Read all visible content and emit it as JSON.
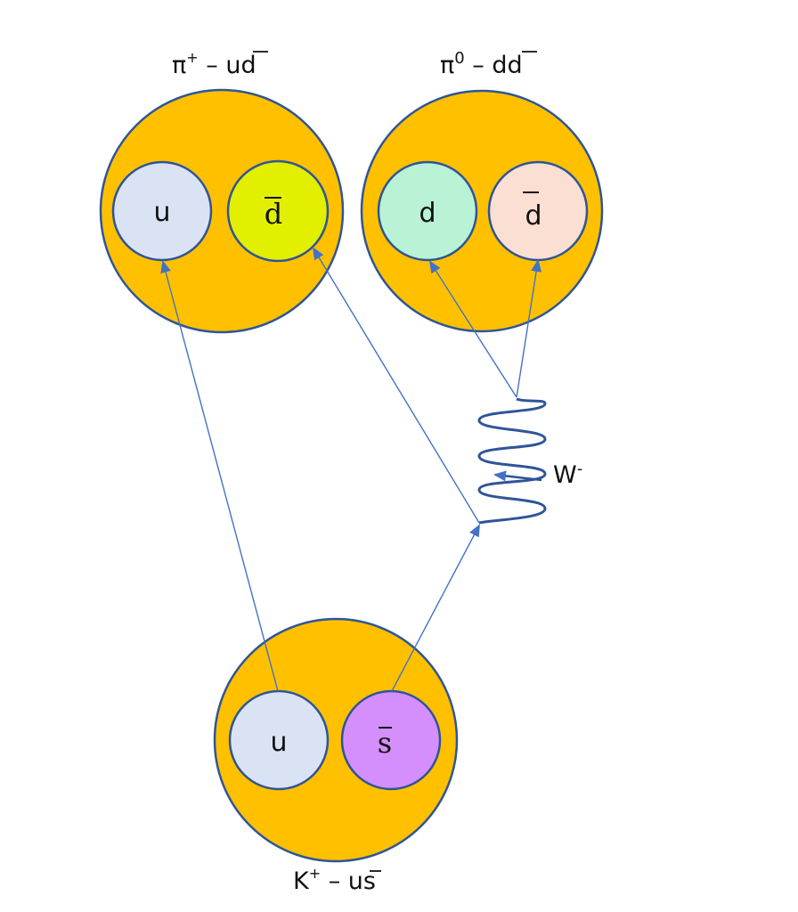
{
  "colors": {
    "meson_fill": "#FFC000",
    "outline": "#2F5597",
    "arrow": "#4472C4",
    "wave": "#2F5597"
  },
  "mesons": [
    {
      "id": "pi-plus",
      "label_particle": "π",
      "label_charge": "+",
      "label_dash": " – ",
      "label_content": "u",
      "label_content_bar": "d",
      "quarks": [
        {
          "symbol": "u",
          "antiquark": false,
          "fill": "#DAE3F3"
        },
        {
          "symbol": "d",
          "antiquark": true,
          "fill": "#E2F000"
        }
      ]
    },
    {
      "id": "pi-zero",
      "label_particle": "π",
      "label_charge": "0",
      "label_dash": " – ",
      "label_content": "d",
      "label_content_bar": "d",
      "quarks": [
        {
          "symbol": "d",
          "antiquark": false,
          "fill": "#B9F2D5"
        },
        {
          "symbol": "d",
          "antiquark": true,
          "fill": "#FCDFD3"
        }
      ]
    },
    {
      "id": "k-plus",
      "label_particle": "K",
      "label_charge": "+",
      "label_dash": " – ",
      "label_content": "u",
      "label_content_bar": "s",
      "quarks": [
        {
          "symbol": "u",
          "antiquark": false,
          "fill": "#DAE3F3"
        },
        {
          "symbol": "s",
          "antiquark": true,
          "fill": "#D58FFC"
        }
      ]
    }
  ],
  "boson": {
    "name": "W",
    "charge": "-"
  }
}
